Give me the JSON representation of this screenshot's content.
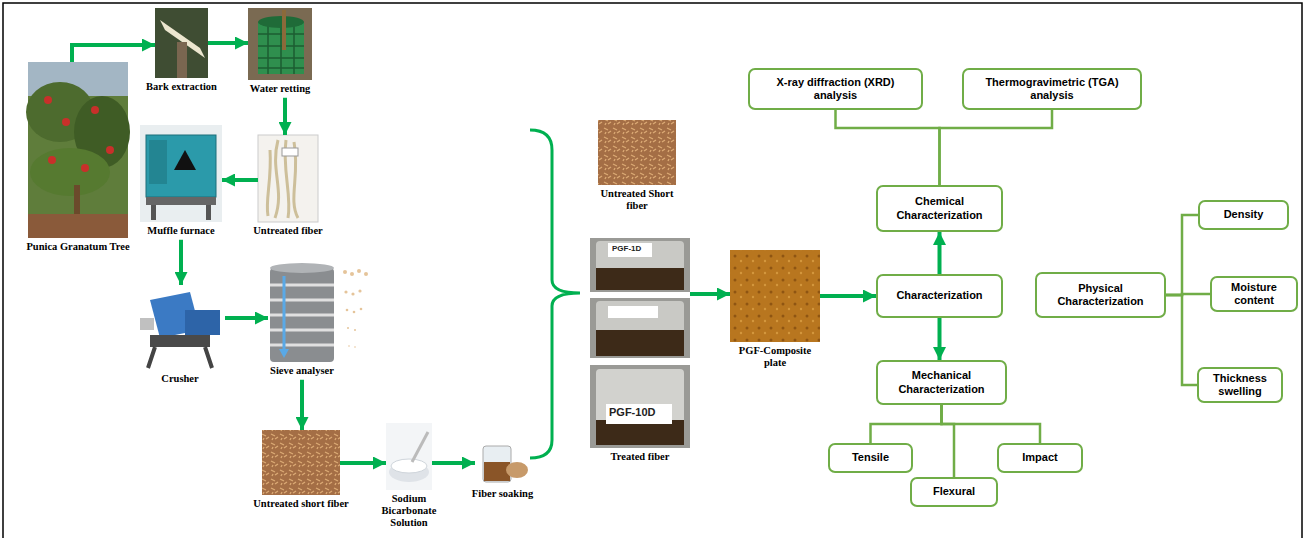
{
  "diagram": {
    "nodes": [
      {
        "text": [
          "Punica Granatum Tree"
        ]
      },
      {
        "text": [
          "Bark extraction"
        ]
      },
      {
        "text": [
          "Water retting"
        ]
      },
      {
        "text": [
          "Untreated fiber"
        ]
      },
      {
        "text": [
          "Muffle furnace"
        ]
      },
      {
        "text": [
          "Crusher"
        ]
      },
      {
        "text": [
          "Sieve analyser"
        ]
      },
      {
        "text": [
          "Untreated short fiber"
        ]
      },
      {
        "text": [
          "Sodium Bicarbonate Solution"
        ]
      },
      {
        "text": [
          "Fiber soaking"
        ]
      },
      {
        "text": [
          "Untreated Short fiber"
        ]
      },
      {
        "text": [
          "Treated fiber"
        ]
      },
      {
        "text": [
          "PGF-Composite plate"
        ]
      },
      {
        "text": [
          "X-ray diffraction (XRD) analysis"
        ]
      },
      {
        "text": [
          "Thermogravimetric (TGA) analysis"
        ]
      },
      {
        "text": [
          "Chemical Characterization"
        ]
      },
      {
        "text": [
          "Characterization"
        ]
      },
      {
        "text": [
          "Mechanical Characterization"
        ]
      },
      {
        "text": [
          "Tensile"
        ]
      },
      {
        "text": [
          "Impact"
        ]
      },
      {
        "text": [
          "Flexural"
        ]
      },
      {
        "text": [
          "Physical Characterization"
        ]
      },
      {
        "text": [
          "Density"
        ]
      },
      {
        "text": [
          "Moisture content"
        ]
      },
      {
        "text": [
          "Thickness swelling"
        ]
      }
    ],
    "edges": [
      {
        "from": 0,
        "to": 1,
        "arrow": "to"
      },
      {
        "from": 1,
        "to": 2,
        "arrow": "to"
      },
      {
        "from": 2,
        "to": 3,
        "arrow": "to"
      },
      {
        "from": 3,
        "to": 4,
        "arrow": "to"
      },
      {
        "from": 4,
        "to": 5,
        "arrow": "to"
      },
      {
        "from": 5,
        "to": 6,
        "arrow": "to"
      },
      {
        "from": 6,
        "to": 7,
        "arrow": "to"
      },
      {
        "from": 7,
        "to": 8,
        "arrow": "to"
      },
      {
        "from": 8,
        "to": 9,
        "arrow": "to"
      },
      {
        "from": 11,
        "to": 12,
        "arrow": "to"
      },
      {
        "from": 12,
        "to": 16,
        "arrow": "to"
      },
      {
        "from": 16,
        "to": 15,
        "arrow": "to"
      },
      {
        "from": 16,
        "to": 17,
        "arrow": "to"
      },
      {
        "from": 13,
        "to": 15,
        "arrow": "none"
      },
      {
        "from": 14,
        "to": 15,
        "arrow": "none"
      },
      {
        "from": 17,
        "to": 18,
        "arrow": "none"
      },
      {
        "from": 17,
        "to": 19,
        "arrow": "none"
      },
      {
        "from": 17,
        "to": 20,
        "arrow": "none"
      },
      {
        "from": 21,
        "to": 22,
        "arrow": "none"
      },
      {
        "from": 21,
        "to": 23,
        "arrow": "none"
      },
      {
        "from": 21,
        "to": 24,
        "arrow": "none"
      }
    ],
    "labels": [
      "PGF-1D",
      "PGF-10D"
    ]
  }
}
